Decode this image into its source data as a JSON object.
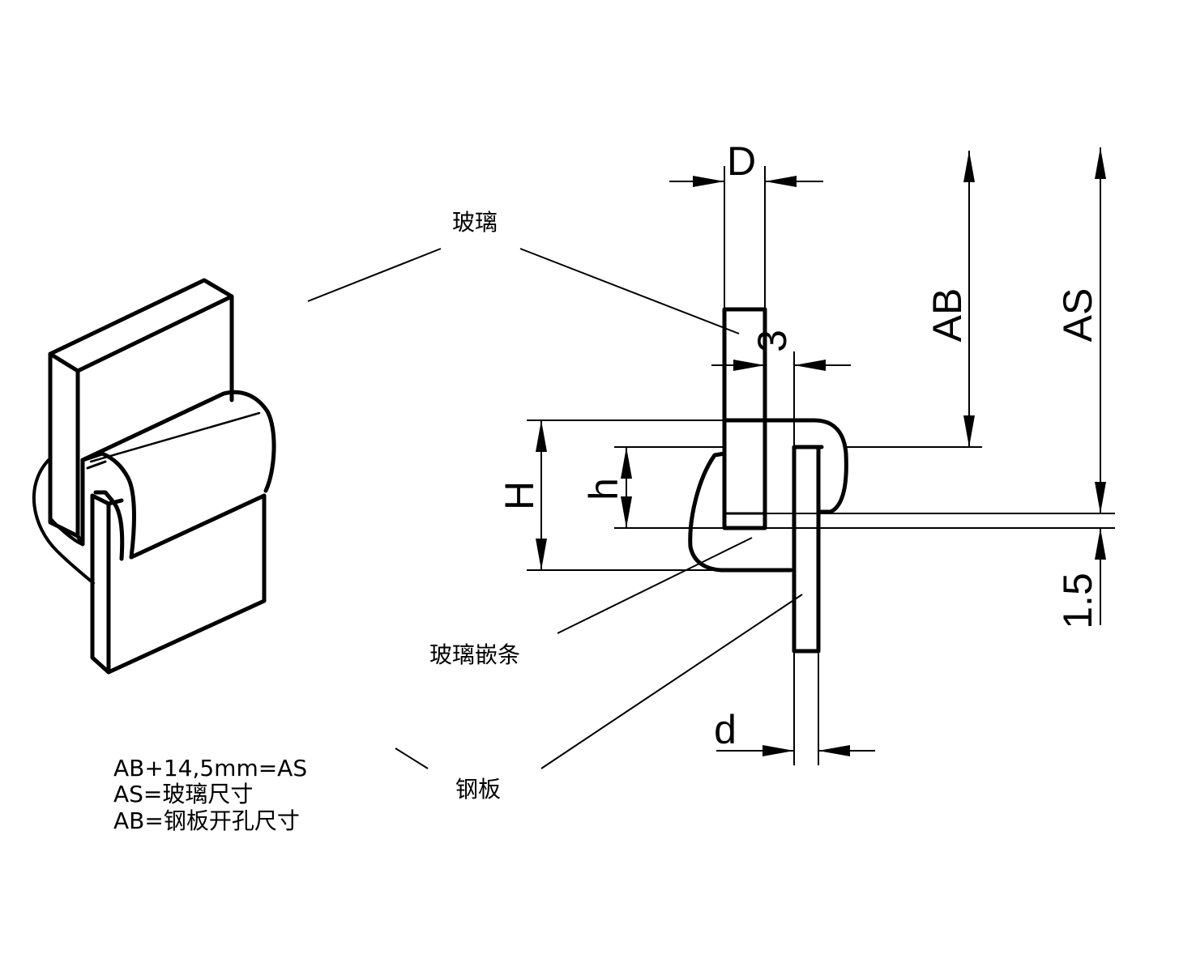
{
  "labels": {
    "glass": "玻璃",
    "gasket": "玻璃嵌条",
    "steel_plate": "钢板"
  },
  "dimensions": {
    "D": "D",
    "d": "d",
    "H": "H",
    "h": "h",
    "three": "3",
    "AB": "AB",
    "AS": "AS",
    "gap": "1.5"
  },
  "formulas": [
    "AB+14,5mm=AS",
    "AS=玻璃尺寸",
    "AB=钢板开孔尺寸"
  ],
  "colors": {
    "ink": "#000000",
    "paper": "#ffffff"
  }
}
